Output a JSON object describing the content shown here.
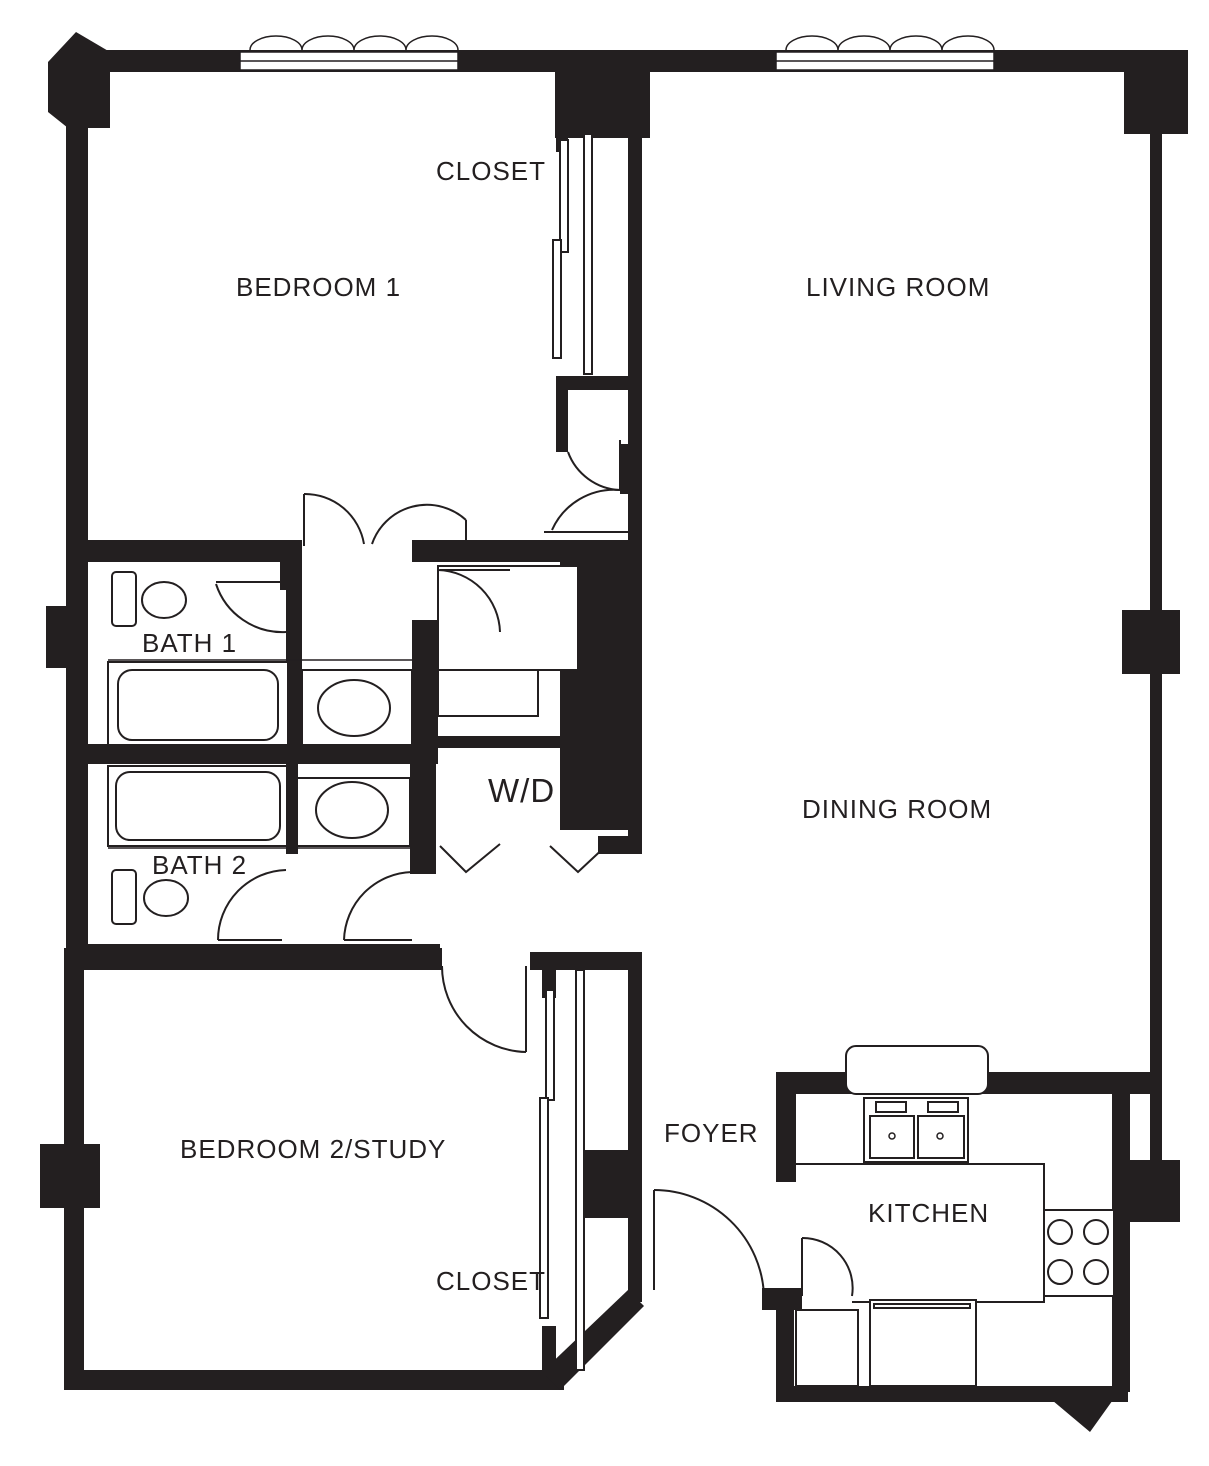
{
  "rooms": {
    "bedroom1": "BEDROOM 1",
    "closet_top": "CLOSET",
    "living_room": "LIVING ROOM",
    "bath1": "BATH 1",
    "wd": "W/D",
    "dining_room": "DINING ROOM",
    "bath2": "BATH 2",
    "bedroom2": "BEDROOM 2/STUDY",
    "foyer": "FOYER",
    "kitchen": "KITCHEN",
    "closet_bottom": "CLOSET"
  }
}
